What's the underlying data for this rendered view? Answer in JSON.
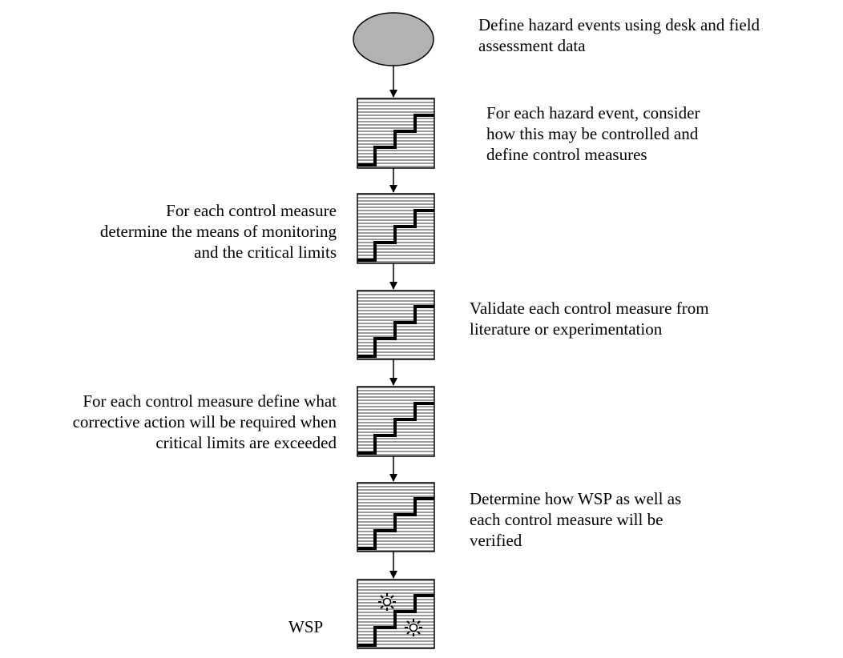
{
  "steps": [
    {
      "id": "define-hazards",
      "shape": "ellipse",
      "label_lines": [
        "Define hazard events using desk and field",
        "assessment data"
      ]
    },
    {
      "id": "control-measures",
      "shape": "stair",
      "label_lines": [
        "For each hazard event, consider",
        "how this may be controlled and",
        "define control measures"
      ]
    },
    {
      "id": "monitoring",
      "shape": "stair",
      "label_lines": [
        "For each control measure",
        "determine the means of monitoring",
        "and the critical limits"
      ]
    },
    {
      "id": "validate",
      "shape": "stair",
      "label_lines": [
        "Validate each control measure from",
        "literature or experimentation"
      ]
    },
    {
      "id": "corrective-action",
      "shape": "stair",
      "label_lines": [
        "For each control measure define what",
        "corrective action will be required when",
        "critical limits are exceeded"
      ]
    },
    {
      "id": "verification",
      "shape": "stair",
      "label_lines": [
        "Determine how WSP as well as",
        "each control measure will be",
        "verified"
      ]
    },
    {
      "id": "wsp",
      "shape": "stair-stars",
      "label_lines": [
        "WSP"
      ]
    }
  ],
  "colors": {
    "fill_gray": "#b2b2b2",
    "stripe": "#ffffff",
    "line": "#000000"
  }
}
